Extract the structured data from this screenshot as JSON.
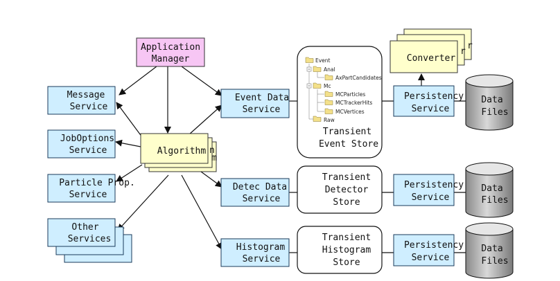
{
  "nodes": {
    "application_manager": [
      "Application",
      "Manager"
    ],
    "message_service": [
      "Message",
      "Service"
    ],
    "joboptions_service": [
      "JobOptions",
      "Service"
    ],
    "particle_prop_service": [
      "Particle Prop.",
      "Service"
    ],
    "other_services": [
      "Other",
      "Services"
    ],
    "algorithm": "Algorithm",
    "algorithm_back_1": "n",
    "algorithm_back_2": "m",
    "event_data_service": [
      "Event Data",
      "Service"
    ],
    "detec_data_service": [
      "Detec Data",
      "Service"
    ],
    "histogram_service": [
      "Histogram",
      "Service"
    ],
    "transient_event_store": [
      "Transient",
      "Event Store"
    ],
    "transient_detector_store": [
      "Transient",
      "Detector",
      "Store"
    ],
    "transient_histogram_store": [
      "Transient",
      "Histogram",
      "Store"
    ],
    "converter": "Converter",
    "converter_back_1": "r",
    "converter_back_2": "r",
    "persistency_service": [
      "Persistency",
      "Service"
    ],
    "data_files": [
      "Data",
      "Files"
    ]
  },
  "event_tree": [
    "Event",
    "Anal",
    "AxPartCandidates",
    "Mc",
    "MCParticles",
    "MCTrackerHits",
    "MCVertices",
    "Raw"
  ],
  "colors": {
    "service_box": "#cfeeff",
    "algorithm_box": "#ffffcc",
    "application_manager_box": "#f7c6f4",
    "folder_icon": "#f3e08a"
  }
}
